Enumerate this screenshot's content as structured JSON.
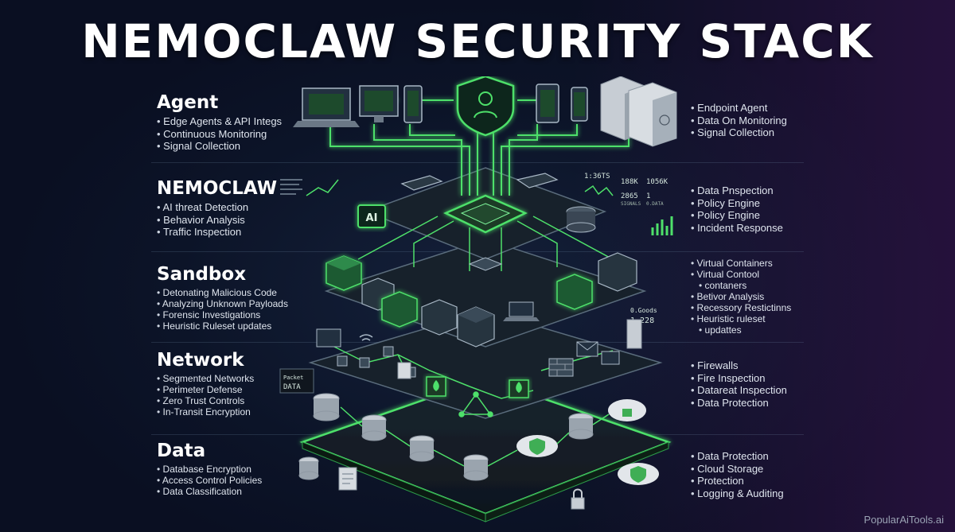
{
  "title": "NEMOCLAW SECURITY STACK",
  "layers": [
    {
      "name": "Agent",
      "left_items": [
        "Edge Agents & API Integs",
        "Continuous Monitoring",
        "Signal Collection"
      ],
      "right_items": [
        "Endpoint Agent",
        "Data On Monitoring",
        "Signal Collection"
      ]
    },
    {
      "name": "NEMOCLAW",
      "left_items": [
        "AI threat Detection",
        "Behavior Analysis",
        "Traffic Inspection"
      ],
      "right_items": [
        "Data Pnspection",
        "Policy Engine",
        "Policy Engine",
        "Incident Response"
      ]
    },
    {
      "name": "Sandbox",
      "left_items": [
        "Detonating Malicious Code",
        "Analyzing Unknown Payloads",
        "Forensic Investigations",
        "Heuristic Ruleset updates"
      ],
      "right_items": [
        "Virtual Containers",
        "Virtual Contool",
        "contaners",
        "Betivor Analysis",
        "Recessory Restictinns",
        "Heuristic ruleset",
        "updattes"
      ]
    },
    {
      "name": "Network",
      "left_items": [
        "Segmented Networks",
        "Perimeter Defense",
        "Zero Trust Controls",
        "In-Transit Encryption"
      ],
      "right_items": [
        "Firewalls",
        "Fire Inspection",
        "Datareat Inspection",
        "Data Protection"
      ]
    },
    {
      "name": "Data",
      "left_items": [
        "Database Encryption",
        "Access Control Policies",
        "Data Classification"
      ],
      "right_items": [
        "Data Protection",
        "Cloud Storage",
        "Protection",
        "Logging & Auditing"
      ]
    }
  ],
  "diagram_labels": {
    "ai_chip": "AI",
    "stat_1": "1:36TS",
    "stat_2": "188K",
    "stat_3": "1056K",
    "stat_4": "2865",
    "stat_5": "1",
    "stat_6": "SIGNALS",
    "stat_7": "0.DATA",
    "sandbox_stat_1": "0.Goods",
    "sandbox_stat_2": "1.228",
    "packet_label_1": "Packet",
    "packet_label_2": "DATA"
  },
  "colors": {
    "accent": "#4ee06a",
    "accent_dark": "#1f7a35",
    "panel": "#141c26",
    "background": "#0c1428"
  },
  "watermark": "PopularAiTools.ai"
}
